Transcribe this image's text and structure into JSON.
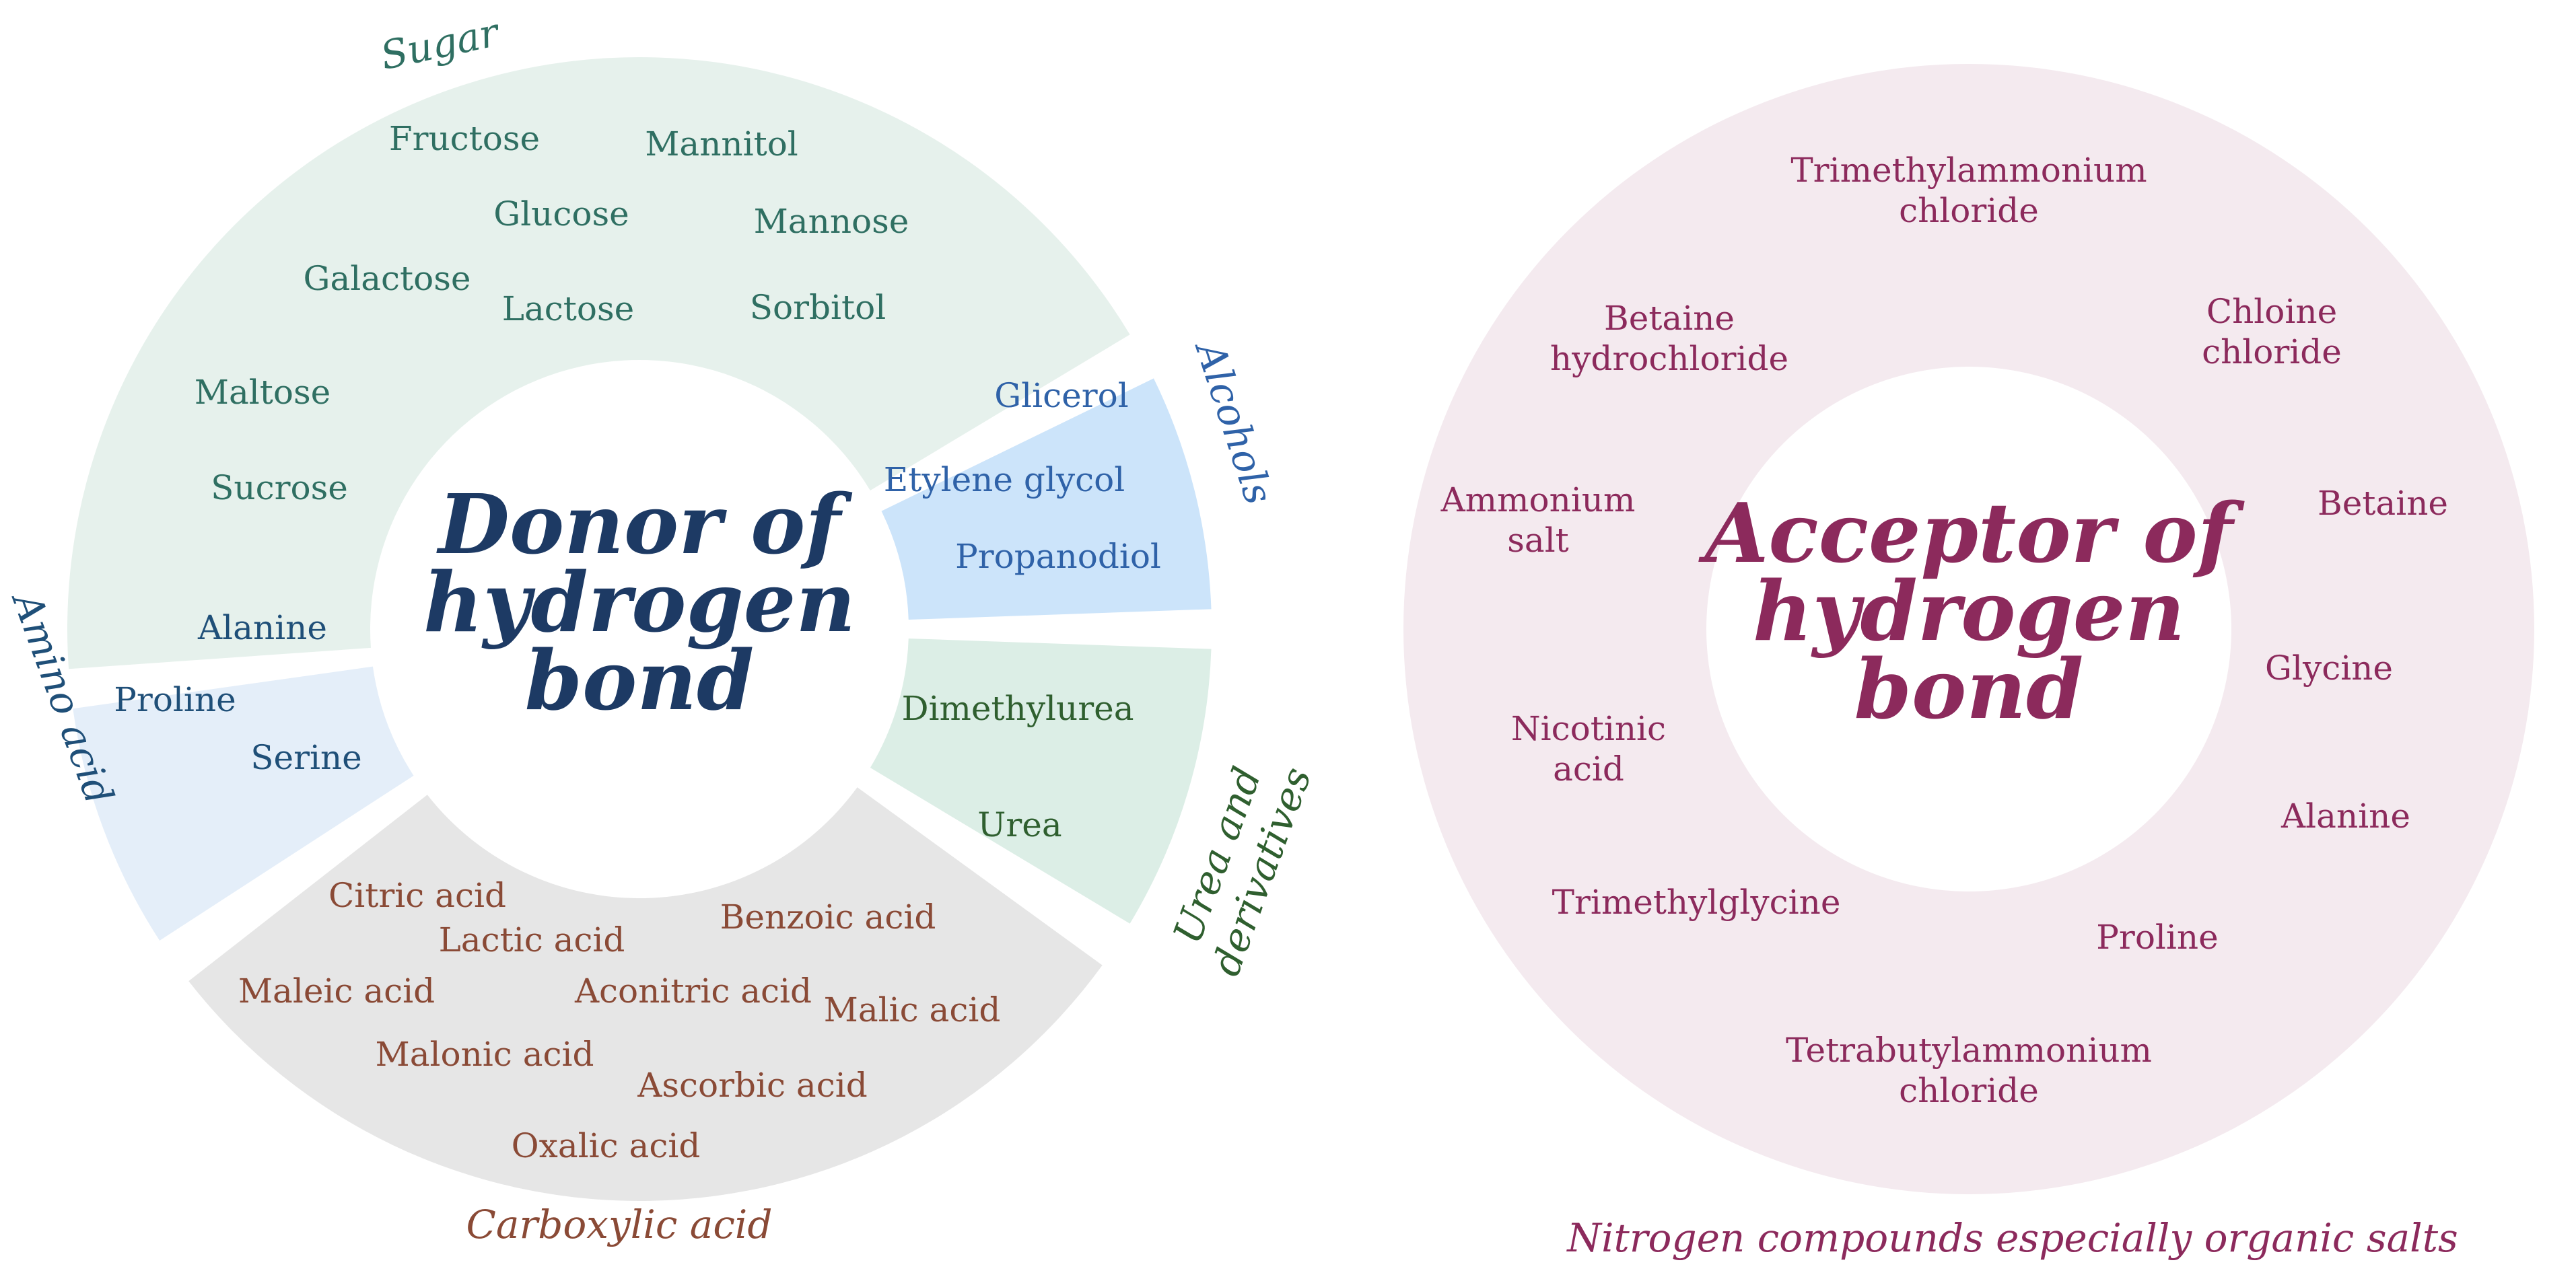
{
  "colors": {
    "sugar_fill": "#e6f1ec",
    "sugar_text": "#2f6f62",
    "alcohols_fill": "#cce4fa",
    "alcohols_text": "#2f62a8",
    "amino_fill": "#e4eef9",
    "amino_text": "#1f4f78",
    "urea_fill": "#dceee6",
    "urea_text": "#2f5f2f",
    "carboxylic_fill": "#e6e6e6",
    "carboxylic_text": "#8a4a36",
    "donor_center_text": "#1d3a64",
    "acceptor_fill": "#f4eaef",
    "acceptor_text": "#8c2a5c"
  },
  "donor": {
    "center_line1": "Donor of",
    "center_line2": "hydrogen",
    "center_line3": "bond",
    "sugar": {
      "label": "Sugar",
      "items": [
        "Fructose",
        "Mannitol",
        "Glucose",
        "Mannose",
        "Galactose",
        "Lactose",
        "Sorbitol",
        "Maltose",
        "Sucrose"
      ]
    },
    "alcohols": {
      "label": "Alcohols",
      "items": [
        "Glicerol",
        "Etylene glycol",
        "Propanodiol"
      ]
    },
    "amino_acid": {
      "label": "Amino acid",
      "items": [
        "Alanine",
        "Proline",
        "Serine"
      ]
    },
    "urea": {
      "label_line1": "Urea and",
      "label_line2": "derivatives",
      "items": [
        "Dimethylurea",
        "Urea"
      ]
    },
    "carboxylic_acid": {
      "label": "Carboxylic acid",
      "items": [
        "Citric acid",
        "Lactic acid",
        "Benzoic acid",
        "Maleic acid",
        "Aconitric acid",
        "Malic acid",
        "Malonic acid",
        "Ascorbic acid",
        "Oxalic acid"
      ]
    }
  },
  "acceptor": {
    "center_line1": "Acceptor of",
    "center_line2": "hydrogen",
    "center_line3": "bond",
    "caption": "Nitrogen compounds especially organic salts",
    "items": {
      "trimethylammonium_1": "Trimethylammonium",
      "trimethylammonium_2": "chloride",
      "betaine_hcl_1": "Betaine",
      "betaine_hcl_2": "hydrochloride",
      "choline_1": "Chloine",
      "choline_2": "chloride",
      "ammonium_1": "Ammonium",
      "ammonium_2": "salt",
      "betaine": "Betaine",
      "glycine": "Glycine",
      "nicotinic_1": "Nicotinic",
      "nicotinic_2": "acid",
      "alanine": "Alanine",
      "trimethylglycine": "Trimethylglycine",
      "proline": "Proline",
      "tetrabutyl_1": "Tetrabutylammonium",
      "tetrabutyl_2": "chloride"
    }
  }
}
